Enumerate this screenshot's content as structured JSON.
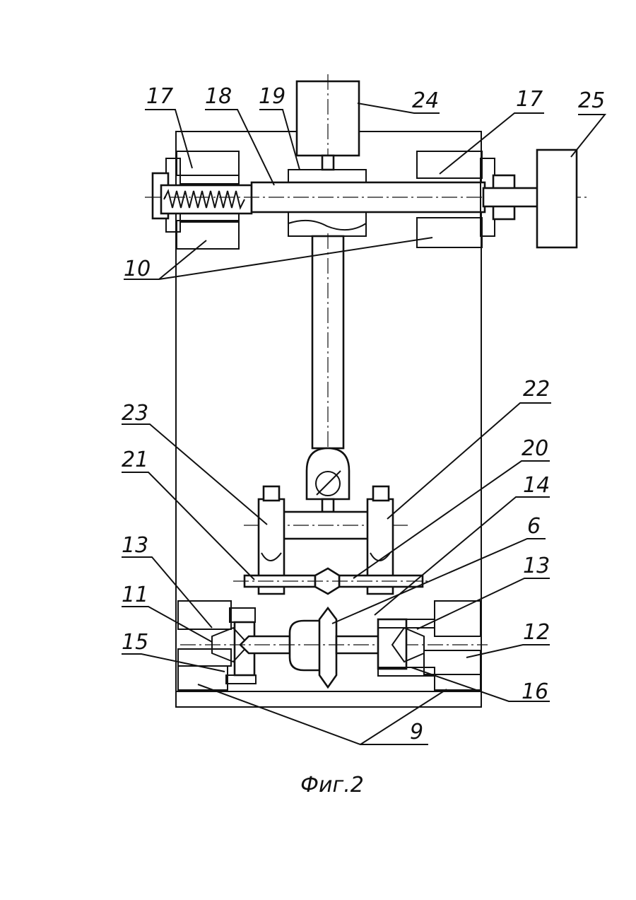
{
  "caption": "Фиг.2",
  "labels": {
    "l17a": "17",
    "l18": "18",
    "l19": "19",
    "l24": "24",
    "l17b": "17",
    "l25": "25",
    "l10": "10",
    "l22": "22",
    "l23": "23",
    "l20": "20",
    "l21": "21",
    "l14": "14",
    "l6": "6",
    "l13a": "13",
    "l13b": "13",
    "l11": "11",
    "l15": "15",
    "l12": "12",
    "l16": "16",
    "l9": "9"
  },
  "colors": {
    "ink": "#111111",
    "paper": "#ffffff"
  }
}
